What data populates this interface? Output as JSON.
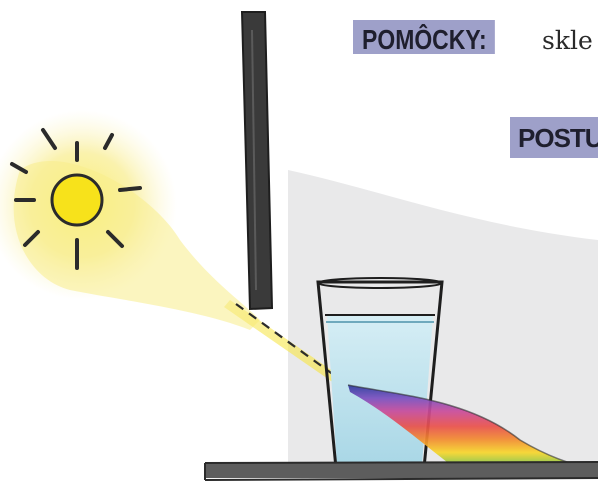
{
  "heading_materials": "POMÔCKY:",
  "materials_text": "skle",
  "heading_procedure": "POSTU",
  "illustration": {
    "items": [
      "sun-icon",
      "light-beam",
      "wooden-post",
      "water-glass",
      "rainbow-spectrum",
      "table-surface"
    ],
    "colors": {
      "sun": "#f7e21b",
      "sun_outline": "#2b2b2b",
      "glow": "#f8ec8a",
      "water": "#bfe3ee",
      "post": "#3a3a3a",
      "table": "#5d5d5d",
      "background_shade": "#e9e9ea",
      "label_box": "#9ea0c9",
      "spectrum": [
        "#2b3a9c",
        "#7b4fbf",
        "#c94a9a",
        "#e9504a",
        "#f28b2e",
        "#f7d62a",
        "#7cc34a",
        "#2fb0b5"
      ]
    }
  }
}
